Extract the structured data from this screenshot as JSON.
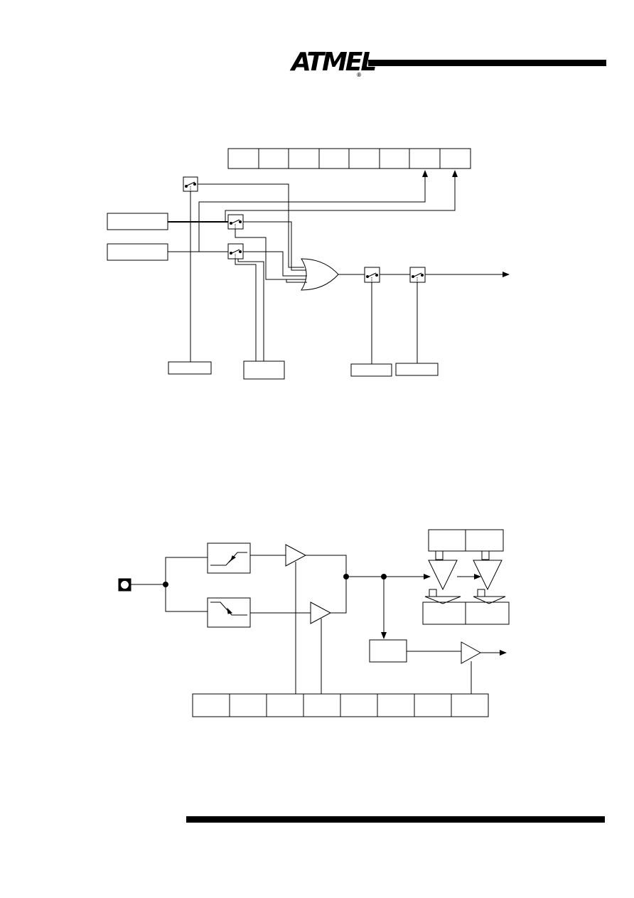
{
  "header": {
    "logo_text": "ATMEL",
    "logo_mark": "®"
  },
  "figure1": {
    "register_cells": 8
  },
  "figure2": {
    "register_cells": 8
  },
  "colors": {
    "ink": "#000000",
    "background": "#ffffff"
  }
}
